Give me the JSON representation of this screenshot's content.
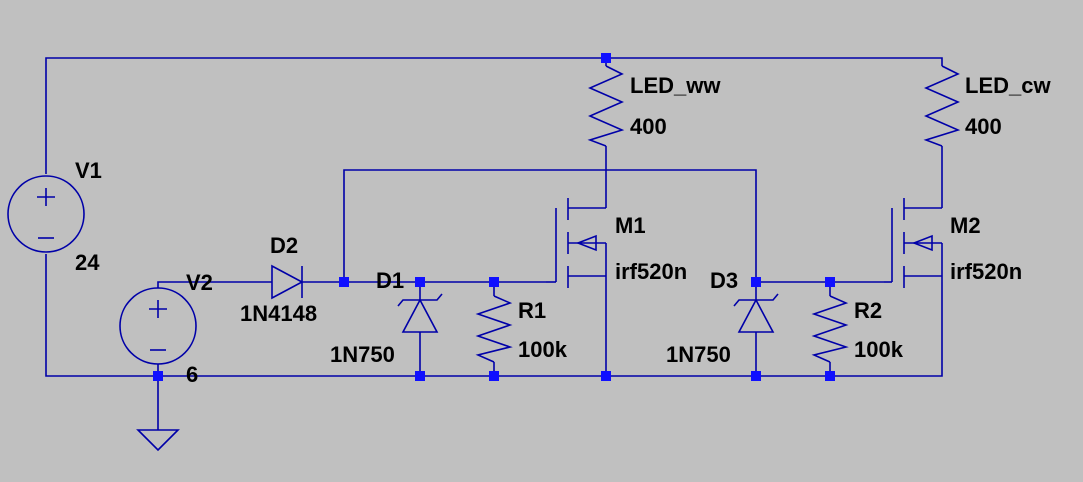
{
  "components": {
    "v1": {
      "name": "V1",
      "value": "24"
    },
    "v2": {
      "name": "V2",
      "value": "6"
    },
    "d2": {
      "name": "D2",
      "model": "1N4148"
    },
    "d1": {
      "name": "D1",
      "model": "1N750"
    },
    "d3": {
      "name": "D3",
      "model": "1N750"
    },
    "r1": {
      "name": "R1",
      "value": "100k"
    },
    "r2": {
      "name": "R2",
      "value": "100k"
    },
    "m1": {
      "name": "M1",
      "model": "irf520n"
    },
    "m2": {
      "name": "M2",
      "model": "irf520n"
    },
    "led_ww": {
      "name": "LED_ww",
      "value": "400"
    },
    "led_cw": {
      "name": "LED_cw",
      "value": "400"
    }
  },
  "colors": {
    "background": "#c0c0c0",
    "wire": "#0000a8",
    "junction": "#1010ff",
    "text": "#000000"
  }
}
